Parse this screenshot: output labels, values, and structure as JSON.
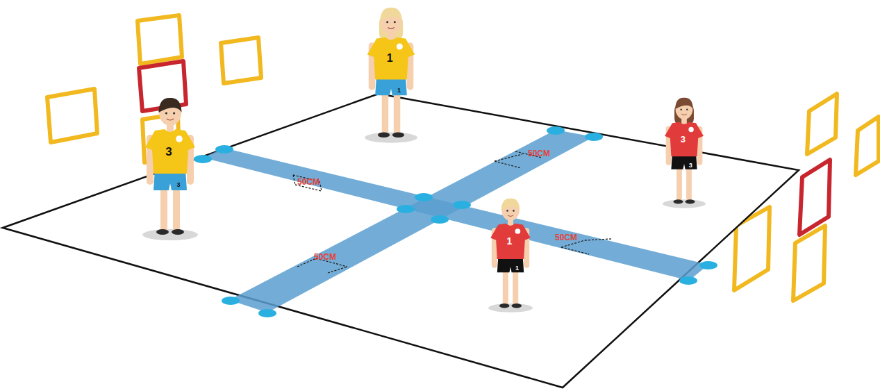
{
  "diagram": {
    "labels": [
      "1",
      "1",
      "3",
      "3",
      "3",
      "3",
      "1",
      "1",
      "50CM",
      "50CM",
      "50CM",
      "50CM"
    ]
  }
}
